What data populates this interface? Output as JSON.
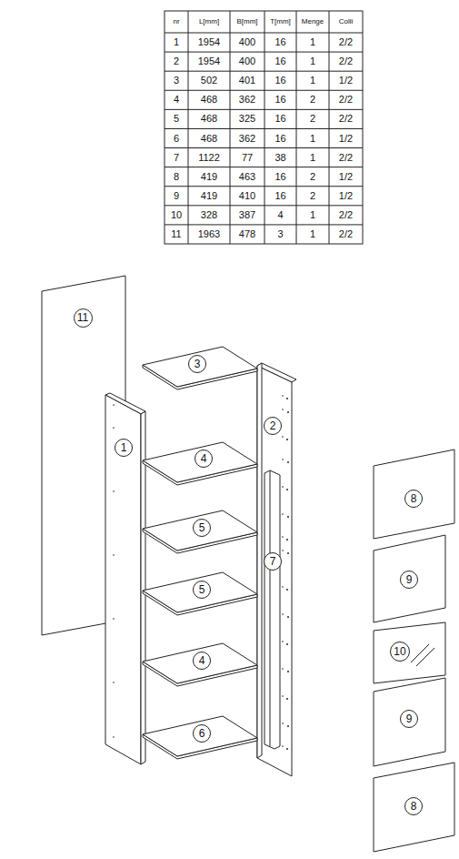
{
  "diagram": {
    "labels": [
      "nr",
      "L[mm]",
      "B[mm]",
      "T[mm]",
      "Menge",
      "Colli",
      "1",
      "1954",
      "400",
      "16",
      "1",
      "2/2",
      "2",
      "1954",
      "400",
      "16",
      "1",
      "2/2",
      "3",
      "502",
      "401",
      "16",
      "1",
      "1/2",
      "4",
      "468",
      "362",
      "16",
      "2",
      "2/2",
      "5",
      "468",
      "325",
      "16",
      "2",
      "2/2",
      "6",
      "468",
      "362",
      "16",
      "1",
      "1/2",
      "7",
      "1122",
      "77",
      "38",
      "1",
      "2/2",
      "8",
      "419",
      "463",
      "16",
      "2",
      "1/2",
      "9",
      "419",
      "410",
      "16",
      "2",
      "1/2",
      "10",
      "328",
      "387",
      "4",
      "1",
      "2/2",
      "11",
      "1963",
      "478",
      "3",
      "1",
      "2/2",
      "11",
      "3",
      "2",
      "1",
      "4",
      "7",
      "5",
      "5",
      "4",
      "6",
      "8",
      "9",
      "10",
      "9",
      "8"
    ]
  }
}
